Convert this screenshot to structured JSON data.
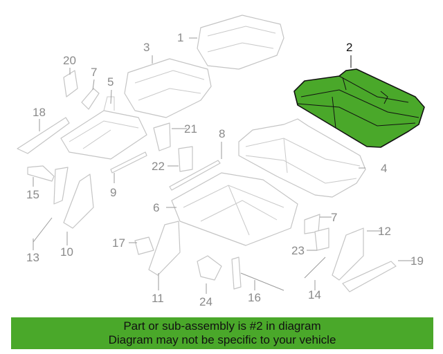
{
  "diagram": {
    "selected_part": "2",
    "highlight_color": "#4aa82a",
    "callouts": [
      "1",
      "2",
      "3",
      "4",
      "5",
      "6",
      "7",
      "7",
      "8",
      "9",
      "10",
      "11",
      "12",
      "13",
      "14",
      "15",
      "16",
      "17",
      "18",
      "19",
      "20",
      "21",
      "22",
      "23",
      "24"
    ]
  },
  "banner": {
    "line1": "Part or sub-assembly is #2 in diagram",
    "line2": "Diagram may not be specific to your vehicle"
  }
}
